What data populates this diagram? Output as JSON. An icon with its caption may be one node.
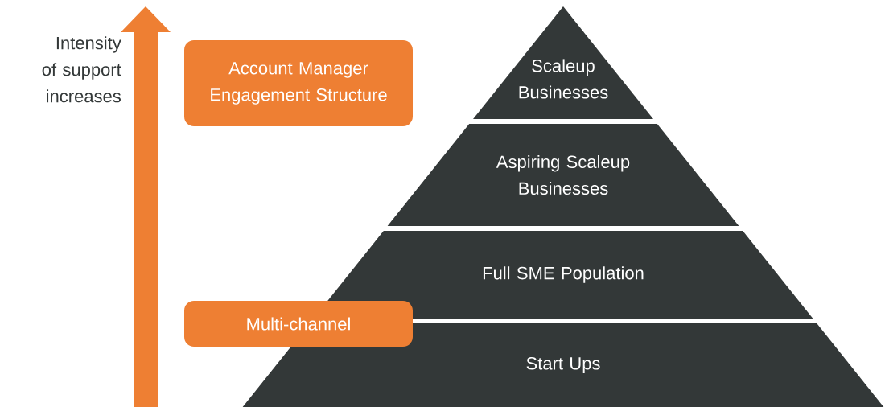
{
  "diagram": {
    "nodes": [
      {
        "text": [
          "Scaleup Businesses"
        ]
      },
      {
        "text": [
          "Aspiring Scaleup Businesses"
        ]
      },
      {
        "text": [
          "Full SME Population"
        ]
      },
      {
        "text": [
          "Start Ups"
        ]
      },
      {
        "text": [
          "Account Manager Engagement Structure"
        ]
      },
      {
        "text": [
          "Multi-channel"
        ]
      }
    ],
    "labels": [
      "Intensity of support increases"
    ]
  }
}
